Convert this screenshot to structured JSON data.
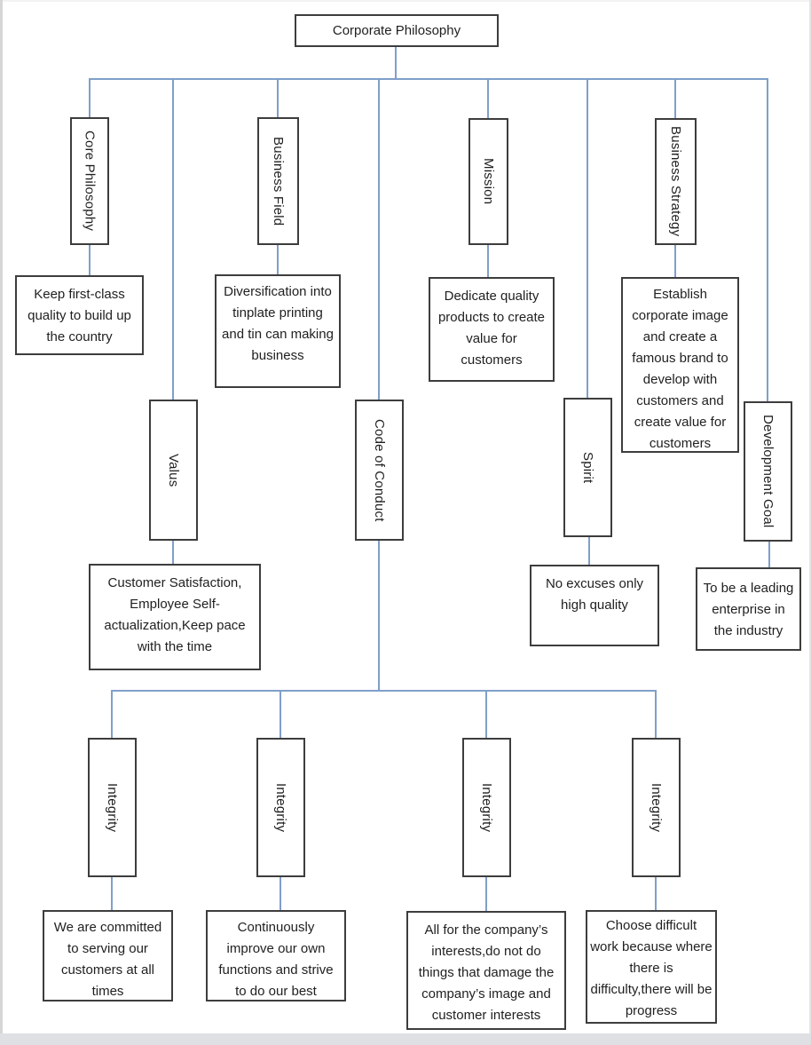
{
  "colors": {
    "connector": "#7f9fc9",
    "box_border": "#3d3d3d",
    "text": "#1f1f1f",
    "page_edge": "#dfe0e4"
  },
  "root": {
    "label": "Corporate Philosophy"
  },
  "level1": {
    "core_philosophy": {
      "label": "Core Philosophy",
      "desc": "Keep first-class quality to build up the country"
    },
    "business_field": {
      "label": "Business Field",
      "desc": "Diversification into tinplate printing and tin can making business"
    },
    "mission": {
      "label": "Mission",
      "desc": "Dedicate quality products to create value for customers"
    },
    "business_strategy": {
      "label": "Business Strategy",
      "desc": "Establish corporate image and create a famous brand to develop with customers and create value for customers"
    }
  },
  "level2": {
    "valus": {
      "label": "Valus",
      "desc": "Customer Satisfaction, Employee Self-actualization,Keep pace with the time"
    },
    "code_of_conduct": {
      "label": "Code of Conduct"
    },
    "spirit": {
      "label": "Spirit",
      "desc": "No excuses only high quality"
    },
    "development_goal": {
      "label": "Development Goal",
      "desc": "To be a leading enterprise in the industry"
    }
  },
  "code_of_conduct_children": [
    {
      "label": "Integrity",
      "desc": "We are committed to serving our customers at all times"
    },
    {
      "label": "Integrity",
      "desc": "Continuously improve our own functions and strive to do our best"
    },
    {
      "label": "Integrity",
      "desc": "All for the company’s interests,do not do things that damage the company’s image and customer interests"
    },
    {
      "label": "Integrity",
      "desc": "Choose difficult work because where there is difficulty,there will be progress"
    }
  ]
}
